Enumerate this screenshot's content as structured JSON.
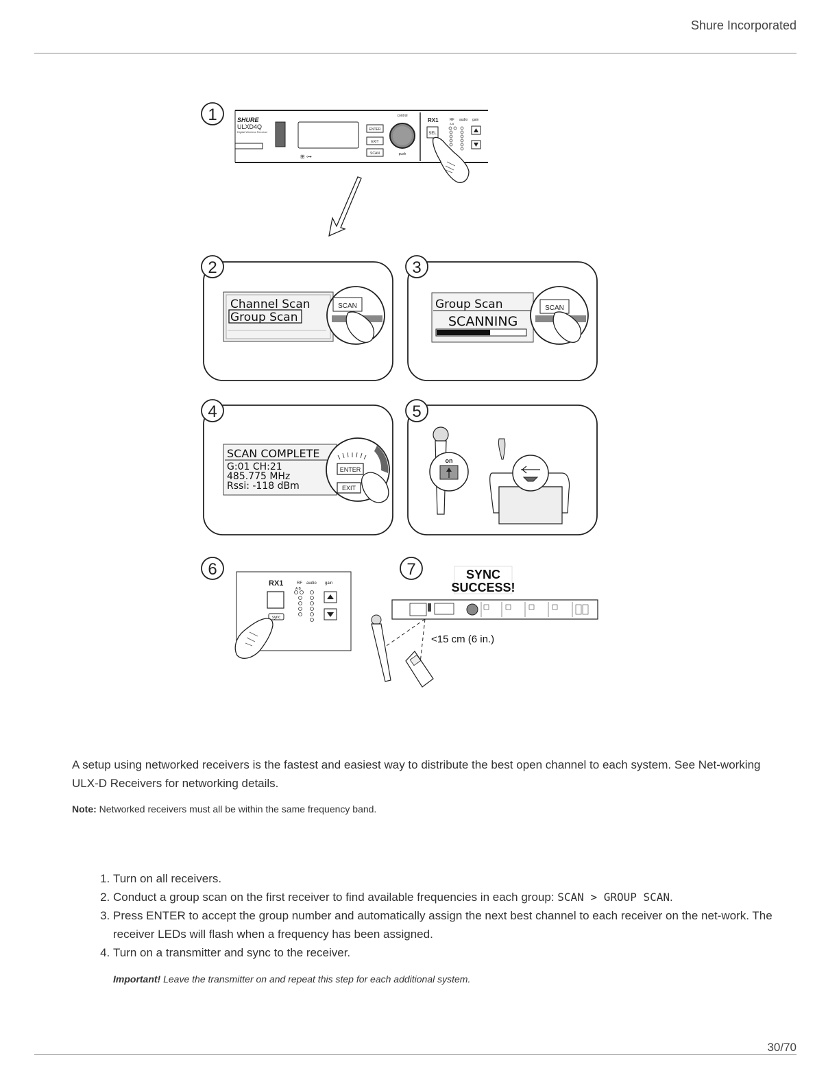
{
  "header": {
    "company": "Shure Incorporated"
  },
  "figure": {
    "step_numbers": [
      "1",
      "2",
      "3",
      "4",
      "5",
      "6",
      "7"
    ],
    "panel1": {
      "brand": "SHURE",
      "model": "ULXD4Q",
      "subtitle": "Digital Wireless Receiver",
      "btn_enter": "ENTER",
      "btn_exit": "EXIT",
      "btn_scan": "SCAN",
      "knob_top": "control",
      "knob_bottom": "push",
      "rx": "RX1",
      "rf": "RF",
      "audio": "audio",
      "gain": "gain",
      "ab": "A  B",
      "sel": "SEL"
    },
    "panel2": {
      "line1": "Channel Scan",
      "line2": "Group Scan",
      "button": "SCAN"
    },
    "panel3": {
      "line1": "Group Scan",
      "line2": "SCANNING",
      "button": "SCAN",
      "progress": 0.6
    },
    "panel4": {
      "line1": "SCAN COMPLETE",
      "line2": "G:01    CH:21",
      "line3": "485.775  MHz",
      "line4": "Rssi: -118 dBm",
      "btn_enter": "ENTER",
      "btn_exit": "EXIT"
    },
    "panel5": {
      "switch_label": "on"
    },
    "panel6": {
      "rx": "RX1",
      "rf": "RF",
      "audio": "audio",
      "gain": "gain",
      "ab": "A  B",
      "sync": "sync"
    },
    "panel7": {
      "sync_line1": "SYNC",
      "sync_line2": "SUCCESS!",
      "distance": "<15 cm (6 in.)"
    }
  },
  "body": {
    "intro": "A setup using networked receivers is the fastest and easiest way to distribute the best open channel to each system. See Net-working ULX-D Receivers for networking details.",
    "note_label": "Note:",
    "note_text": " Networked receivers must all be within the same frequency band.",
    "steps": [
      "Turn on all receivers.",
      "Conduct a group scan on the first receiver to find available frequencies in each group: ",
      "Press ENTER to accept the group number and automatically assign the next best channel to each receiver on the net-work. The receiver LEDs will flash when a frequency has been assigned.",
      "Turn on a transmitter and sync to the receiver."
    ],
    "step2_code": "SCAN > GROUP SCAN",
    "step2_end": ".",
    "important_label": "Important!",
    "important_text": " Leave the transmitter on and repeat this step for each additional system."
  },
  "footer": {
    "page": "30/70"
  }
}
